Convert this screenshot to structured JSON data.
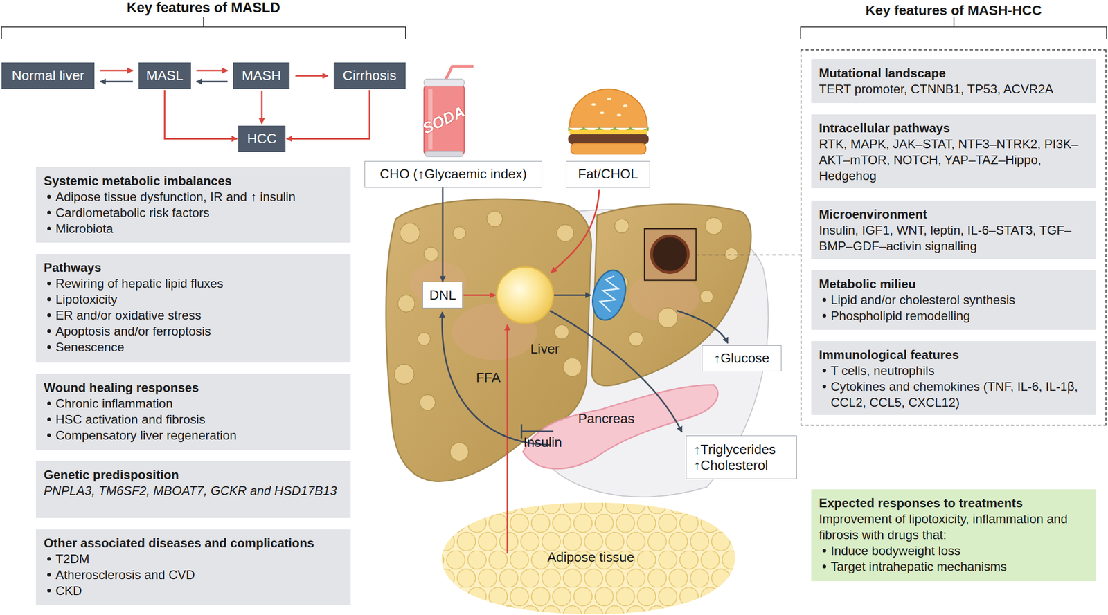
{
  "diagram": {
    "nodes": [
      {
        "text": [
          "Normal liver"
        ]
      },
      {
        "text": [
          "MASL"
        ]
      },
      {
        "text": [
          "MASH"
        ]
      },
      {
        "text": [
          "Cirrhosis"
        ]
      },
      {
        "text": [
          "HCC"
        ]
      },
      {
        "text": [
          "Systemic metabolic imbalances",
          "Adipose tissue dysfunction, IR and ↑ insulin",
          "Cardiometabolic risk factors",
          "Microbiota"
        ]
      },
      {
        "text": [
          "Pathways",
          "Rewiring of hepatic lipid fluxes",
          "Lipotoxicity",
          "ER and/or oxidative stress",
          "Apoptosis and/or ferroptosis",
          "Senescence"
        ]
      },
      {
        "text": [
          "Wound healing responses",
          "Chronic inflammation",
          "HSC activation and fibrosis",
          "Compensatory liver regeneration"
        ]
      },
      {
        "text": [
          "Genetic predisposition",
          "PNPLA3, TM6SF2, MBOAT7, GCKR and HSD17B13"
        ]
      },
      {
        "text": [
          "Other associated diseases and complications",
          "T2DM",
          "Atherosclerosis and CVD",
          "CKD"
        ]
      },
      {
        "text": [
          "CHO (↑Glycaemic index)"
        ]
      },
      {
        "text": [
          "Fat/CHOL"
        ]
      },
      {
        "text": [
          "DNL"
        ]
      },
      {
        "text": [
          "↑Glucose"
        ]
      },
      {
        "text": [
          "↑Triglycerides ↑Cholesterol"
        ]
      },
      {
        "text": [
          "Key features of MASH-HCC"
        ]
      },
      {
        "text": [
          "Mutational landscape",
          "TERT promoter, CTNNB1, TP53, ACVR2A"
        ],
        "in": 15
      },
      {
        "text": [
          "Intracellular pathways",
          "RTK, MAPK, JAK–STAT, NTF3–NTRK2, PI3K–AKT–mTOR, NOTCH, YAP–TAZ–Hippo, Hedgehog"
        ],
        "in": 15
      },
      {
        "text": [
          "Microenvironment",
          "Insulin, IGF1, WNT, leptin, IL-6–STAT3, TGF–BMP–GDF–activin signalling"
        ],
        "in": 15
      },
      {
        "text": [
          "Metabolic milieu",
          "Lipid and/or cholesterol synthesis",
          "Phospholipid remodelling"
        ],
        "in": 15
      },
      {
        "text": [
          "Immunological features",
          "T cells, neutrophils",
          "Cytokines and chemokines (TNF, IL-6, IL-1β, CCL2, CCL5, CXCL12)"
        ],
        "in": 15
      },
      {
        "text": [
          "Expected responses to treatments",
          "Improvement of lipotoxicity, inflammation and fibrosis with drugs that:",
          "Induce bodyweight loss",
          "Target intrahepatic mechanisms"
        ]
      }
    ],
    "edges": [
      {
        "from": 0,
        "to": 1,
        "arrow": "to"
      },
      {
        "from": 1,
        "to": 0,
        "arrow": "to"
      },
      {
        "from": 1,
        "to": 2,
        "arrow": "to"
      },
      {
        "from": 2,
        "to": 1,
        "arrow": "to"
      },
      {
        "from": 2,
        "to": 3,
        "arrow": "to"
      },
      {
        "from": 1,
        "to": 4,
        "arrow": "to"
      },
      {
        "from": 2,
        "to": 4,
        "arrow": "to"
      },
      {
        "from": 3,
        "to": 4,
        "arrow": "to"
      },
      {
        "from": 10,
        "to": 12,
        "arrow": "to"
      }
    ],
    "labels": [
      "Key features of MASLD",
      "SODA",
      "Liver",
      "FFA",
      "Pancreas",
      "Insulin",
      "Adipose tissue"
    ]
  }
}
